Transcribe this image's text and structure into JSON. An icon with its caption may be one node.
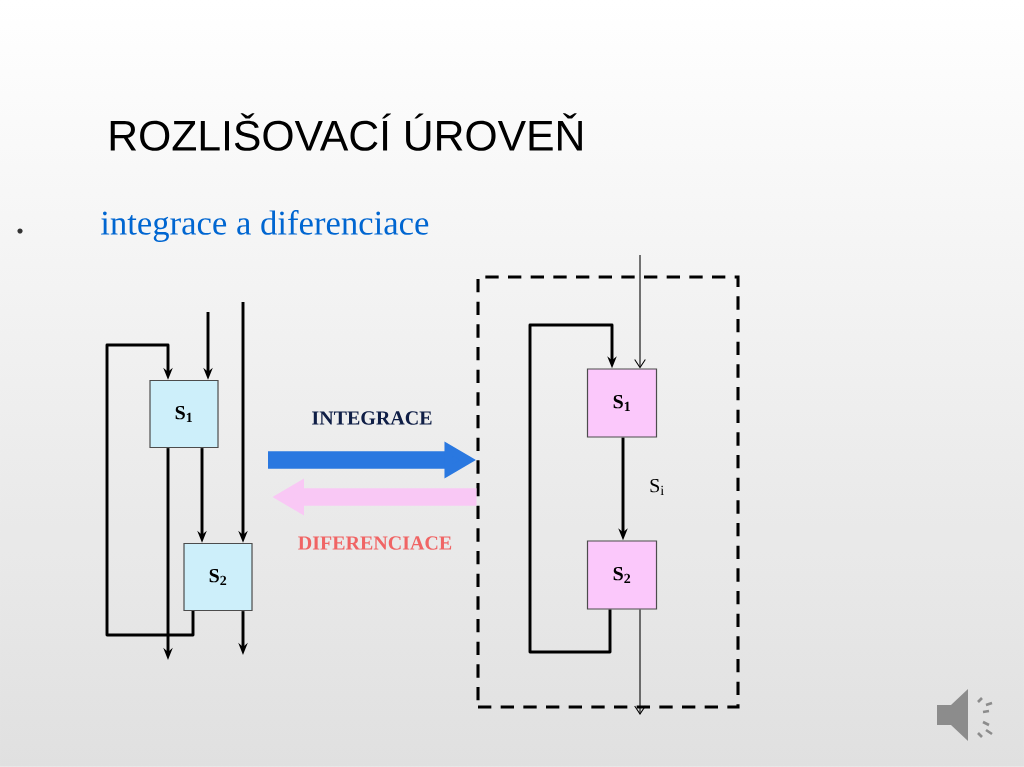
{
  "diagram": {
    "title": "ROZLIŠOVACÍ ÚROVEŇ",
    "nodes": [
      {
        "text": [
          "S$_{1}$"
        ]
      },
      {
        "text": [
          "S$_{2}$"
        ]
      },
      {
        "text": [],
        "shape": "box"
      },
      {
        "text": [
          "S$_{1}$"
        ],
        "in": 2
      },
      {
        "text": [
          "S$_{2}$"
        ],
        "in": 2
      }
    ],
    "edges": [
      {
        "from": null,
        "to": 0,
        "arrow": "to"
      },
      {
        "from": null,
        "to": 1,
        "arrow": "to"
      },
      {
        "from": 0,
        "to": 1,
        "arrow": "to"
      },
      {
        "from": 0,
        "to": null,
        "arrow": "to"
      },
      {
        "from": 1,
        "to": 0,
        "arrow": "to"
      },
      {
        "from": 1,
        "to": null,
        "arrow": "to"
      },
      {
        "from": null,
        "to": 3,
        "arrow": "to"
      },
      {
        "from": 3,
        "to": 4,
        "arrow": "to",
        "label": "S$_{i}$"
      },
      {
        "from": 4,
        "to": 3,
        "arrow": "to"
      },
      {
        "from": 4,
        "to": null,
        "arrow": "to"
      },
      {
        "from": null,
        "to": 2,
        "arrow": "to",
        "style": "thick",
        "color": "#2a78e0",
        "label": "INTEGRACE"
      },
      {
        "from": 2,
        "to": null,
        "arrow": "to",
        "style": "thick",
        "color": "#f9c8f5",
        "label": "DIFERENCIACE"
      }
    ],
    "labels": [
      "integrace a diferenciace"
    ]
  }
}
